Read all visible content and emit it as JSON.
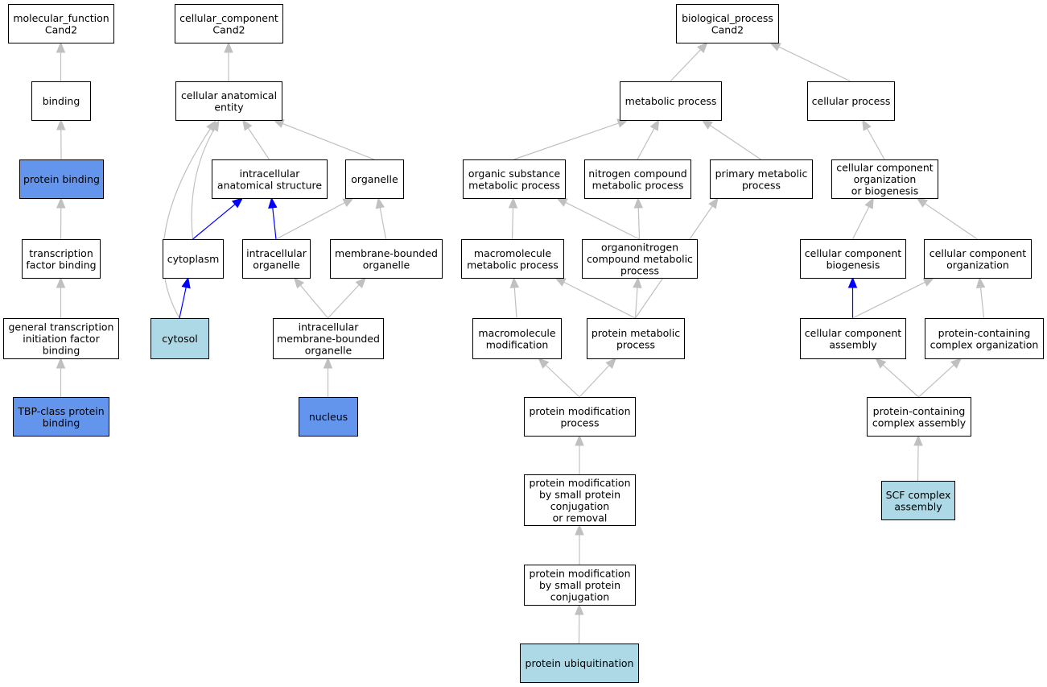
{
  "colors": {
    "white": "#ffffff",
    "bright_blue": "#6495ed",
    "light_blue": "#add8e6",
    "edge_grey": "#c0c0c0",
    "edge_blue": "#0000ff"
  },
  "nodes": {
    "mf_root": {
      "lines": [
        "molecular_function",
        "Cand2"
      ],
      "fill": "white"
    },
    "binding": {
      "lines": [
        "binding"
      ],
      "fill": "white"
    },
    "protein_binding": {
      "lines": [
        "protein binding"
      ],
      "fill": "bright_blue"
    },
    "tf_binding": {
      "lines": [
        "transcription",
        "factor binding"
      ],
      "fill": "white"
    },
    "gtif_binding": {
      "lines": [
        "general transcription",
        "initiation factor",
        "binding"
      ],
      "fill": "white"
    },
    "tbp_binding": {
      "lines": [
        "TBP-class protein",
        "binding"
      ],
      "fill": "bright_blue"
    },
    "cc_root": {
      "lines": [
        "cellular_component",
        "Cand2"
      ],
      "fill": "white"
    },
    "cae": {
      "lines": [
        "cellular anatomical",
        "entity"
      ],
      "fill": "white"
    },
    "ias": {
      "lines": [
        "intracellular",
        "anatomical structure"
      ],
      "fill": "white"
    },
    "organelle": {
      "lines": [
        "organelle"
      ],
      "fill": "white"
    },
    "cytoplasm": {
      "lines": [
        "cytoplasm"
      ],
      "fill": "white"
    },
    "intra_org": {
      "lines": [
        "intracellular",
        "organelle"
      ],
      "fill": "white"
    },
    "mb_org": {
      "lines": [
        "membrane-bounded",
        "organelle"
      ],
      "fill": "white"
    },
    "cytosol": {
      "lines": [
        "cytosol"
      ],
      "fill": "light_blue"
    },
    "imbo": {
      "lines": [
        "intracellular",
        "membrane-bounded",
        "organelle"
      ],
      "fill": "white"
    },
    "nucleus": {
      "lines": [
        "nucleus"
      ],
      "fill": "bright_blue"
    },
    "bp_root": {
      "lines": [
        "biological_process",
        "Cand2"
      ],
      "fill": "white"
    },
    "metabolic": {
      "lines": [
        "metabolic process"
      ],
      "fill": "white"
    },
    "cellular_proc": {
      "lines": [
        "cellular process"
      ],
      "fill": "white"
    },
    "osmp": {
      "lines": [
        "organic substance",
        "metabolic process"
      ],
      "fill": "white"
    },
    "ncmp": {
      "lines": [
        "nitrogen compound",
        "metabolic process"
      ],
      "fill": "white"
    },
    "pmp": {
      "lines": [
        "primary metabolic",
        "process"
      ],
      "fill": "white"
    },
    "ccob": {
      "lines": [
        "cellular component",
        "organization",
        "or biogenesis"
      ],
      "fill": "white"
    },
    "mmp": {
      "lines": [
        "macromolecule",
        "metabolic process"
      ],
      "fill": "white"
    },
    "ocmp": {
      "lines": [
        "organonitrogen",
        "compound metabolic",
        "process"
      ],
      "fill": "white"
    },
    "ccb": {
      "lines": [
        "cellular component",
        "biogenesis"
      ],
      "fill": "white"
    },
    "cco": {
      "lines": [
        "cellular component",
        "organization"
      ],
      "fill": "white"
    },
    "mm_mod": {
      "lines": [
        "macromolecule",
        "modification"
      ],
      "fill": "white"
    },
    "prot_met": {
      "lines": [
        "protein metabolic",
        "process"
      ],
      "fill": "white"
    },
    "cca": {
      "lines": [
        "cellular component",
        "assembly"
      ],
      "fill": "white"
    },
    "pcco": {
      "lines": [
        "protein-containing",
        "complex organization"
      ],
      "fill": "white"
    },
    "pmod": {
      "lines": [
        "protein modification",
        "process"
      ],
      "fill": "white"
    },
    "pcca": {
      "lines": [
        "protein-containing",
        "complex assembly"
      ],
      "fill": "white"
    },
    "pmsp_cr": {
      "lines": [
        "protein modification",
        "by small protein",
        "conjugation",
        "or removal"
      ],
      "fill": "white"
    },
    "scf": {
      "lines": [
        "SCF complex",
        "assembly"
      ],
      "fill": "light_blue"
    },
    "pmsp_c": {
      "lines": [
        "protein modification",
        "by small protein",
        "conjugation"
      ],
      "fill": "white"
    },
    "ubiq": {
      "lines": [
        "protein ubiquitination"
      ],
      "fill": "light_blue"
    }
  },
  "edges": [
    {
      "from": "binding",
      "to": "mf_root",
      "color": "edge_grey"
    },
    {
      "from": "protein_binding",
      "to": "binding",
      "color": "edge_grey"
    },
    {
      "from": "tf_binding",
      "to": "protein_binding",
      "color": "edge_grey"
    },
    {
      "from": "gtif_binding",
      "to": "tf_binding",
      "color": "edge_grey"
    },
    {
      "from": "tbp_binding",
      "to": "gtif_binding",
      "color": "edge_grey"
    },
    {
      "from": "cae",
      "to": "cc_root",
      "color": "edge_grey"
    },
    {
      "from": "ias",
      "to": "cae",
      "color": "edge_grey"
    },
    {
      "from": "organelle",
      "to": "cae",
      "color": "edge_grey"
    },
    {
      "from": "cytoplasm",
      "to": "cae",
      "color": "edge_grey"
    },
    {
      "from": "cytosol",
      "to": "cae",
      "color": "edge_grey"
    },
    {
      "from": "cytoplasm",
      "to": "ias",
      "color": "edge_blue"
    },
    {
      "from": "intra_org",
      "to": "ias",
      "color": "edge_blue"
    },
    {
      "from": "intra_org",
      "to": "organelle",
      "color": "edge_grey"
    },
    {
      "from": "mb_org",
      "to": "organelle",
      "color": "edge_grey"
    },
    {
      "from": "cytosol",
      "to": "cytoplasm",
      "color": "edge_blue"
    },
    {
      "from": "imbo",
      "to": "intra_org",
      "color": "edge_grey"
    },
    {
      "from": "imbo",
      "to": "mb_org",
      "color": "edge_grey"
    },
    {
      "from": "nucleus",
      "to": "imbo",
      "color": "edge_grey"
    },
    {
      "from": "metabolic",
      "to": "bp_root",
      "color": "edge_grey"
    },
    {
      "from": "cellular_proc",
      "to": "bp_root",
      "color": "edge_grey"
    },
    {
      "from": "osmp",
      "to": "metabolic",
      "color": "edge_grey"
    },
    {
      "from": "ncmp",
      "to": "metabolic",
      "color": "edge_grey"
    },
    {
      "from": "pmp",
      "to": "metabolic",
      "color": "edge_grey"
    },
    {
      "from": "ccob",
      "to": "cellular_proc",
      "color": "edge_grey"
    },
    {
      "from": "mmp",
      "to": "osmp",
      "color": "edge_grey"
    },
    {
      "from": "ocmp",
      "to": "osmp",
      "color": "edge_grey"
    },
    {
      "from": "ocmp",
      "to": "ncmp",
      "color": "edge_grey"
    },
    {
      "from": "ccb",
      "to": "ccob",
      "color": "edge_grey"
    },
    {
      "from": "cco",
      "to": "ccob",
      "color": "edge_grey"
    },
    {
      "from": "mm_mod",
      "to": "mmp",
      "color": "edge_grey"
    },
    {
      "from": "prot_met",
      "to": "mmp",
      "color": "edge_grey"
    },
    {
      "from": "prot_met",
      "to": "ocmp",
      "color": "edge_grey"
    },
    {
      "from": "prot_met",
      "to": "pmp",
      "color": "edge_grey"
    },
    {
      "from": "cca",
      "to": "ccb",
      "color": "edge_blue"
    },
    {
      "from": "cca",
      "to": "cco",
      "color": "edge_grey"
    },
    {
      "from": "pcco",
      "to": "cco",
      "color": "edge_grey"
    },
    {
      "from": "pmod",
      "to": "mm_mod",
      "color": "edge_grey"
    },
    {
      "from": "pmod",
      "to": "prot_met",
      "color": "edge_grey"
    },
    {
      "from": "pcca",
      "to": "cca",
      "color": "edge_grey"
    },
    {
      "from": "pcca",
      "to": "pcco",
      "color": "edge_grey"
    },
    {
      "from": "pmsp_cr",
      "to": "pmod",
      "color": "edge_grey"
    },
    {
      "from": "scf",
      "to": "pcca",
      "color": "edge_grey"
    },
    {
      "from": "pmsp_c",
      "to": "pmsp_cr",
      "color": "edge_grey"
    },
    {
      "from": "ubiq",
      "to": "pmsp_c",
      "color": "edge_grey"
    }
  ]
}
